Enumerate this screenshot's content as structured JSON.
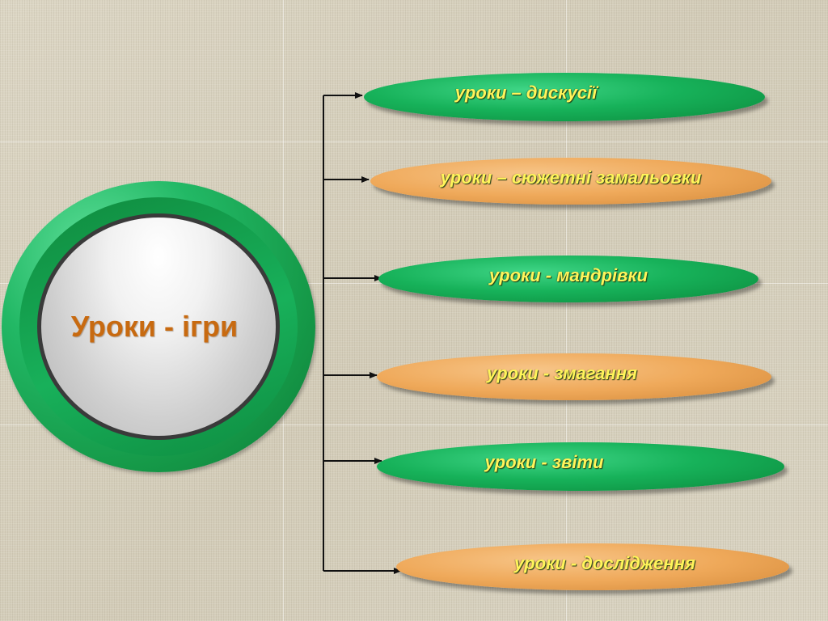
{
  "center": {
    "title": "Уроки - ігри"
  },
  "branches": [
    {
      "label": "уроки – дискусії",
      "color": "green"
    },
    {
      "label": "уроки – сюжетні замальовки",
      "color": "orange"
    },
    {
      "label": "уроки - мандрівки",
      "color": "green"
    },
    {
      "label": "уроки - змагання",
      "color": "orange"
    },
    {
      "label": "уроки - звіти",
      "color": "green"
    },
    {
      "label": "уроки - дослідження",
      "color": "orange"
    }
  ],
  "colors": {
    "green": "#17b25a",
    "orange": "#efa95a",
    "label_text": "#fff45a",
    "center_text": "#c86a10",
    "connector": "#111111"
  }
}
